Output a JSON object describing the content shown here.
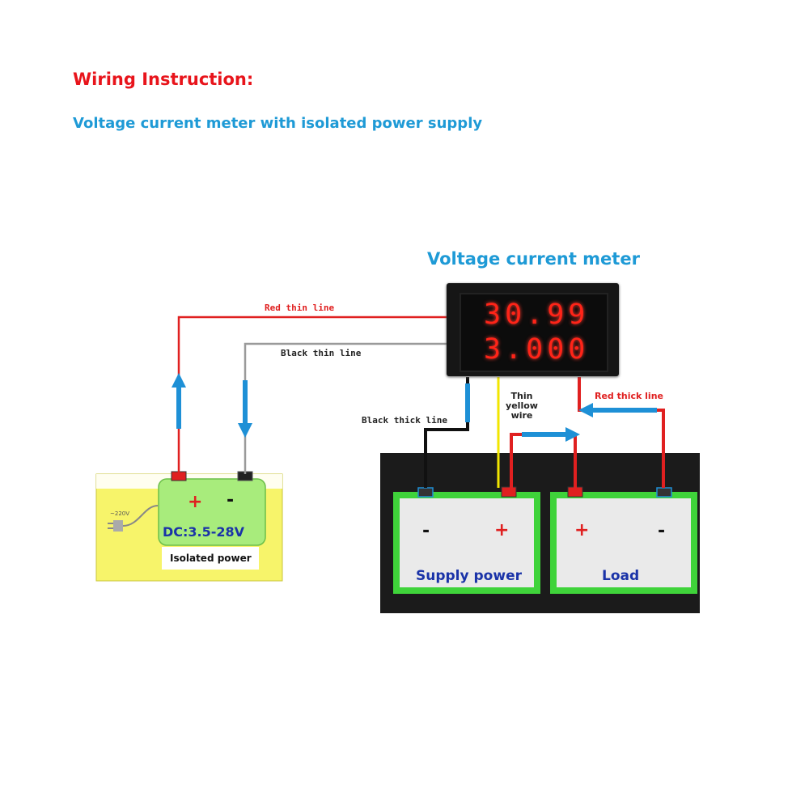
{
  "title": "Wiring Instruction:",
  "subtitle": "Voltage current meter with isolated power supply",
  "colors": {
    "title": "#e8141b",
    "subtitle": "#1e9ad6",
    "red_wire": "#e02020",
    "black_wire": "#111111",
    "gray_wire": "#9a9a9a",
    "yellow_wire": "#f2e600",
    "arrow_blue": "#1e90d6",
    "power_yellow": "#f7f46a",
    "battery_green": "#3fd33a",
    "battery_fill": "#eaeaea",
    "led_red": "#ff2418",
    "label_blue": "#1a33a8"
  },
  "meter": {
    "title": "Voltage current meter",
    "voltage_reading": "30.99",
    "current_reading": "3.000"
  },
  "wires": {
    "red_thin": "Red thin line",
    "black_thin": "Black thin line",
    "black_thick": "Black thick line",
    "yellow_thin": "Thin yellow wire",
    "red_thick": "Red thick line"
  },
  "isolated_power": {
    "plus": "+",
    "minus": "-",
    "voltage_range": "DC:3.5-28V",
    "caption": "Isolated power",
    "mains_label": "~220V"
  },
  "supply_power": {
    "minus": "-",
    "plus": "+",
    "label": "Supply power"
  },
  "load": {
    "plus": "+",
    "minus": "-",
    "label": "Load"
  }
}
